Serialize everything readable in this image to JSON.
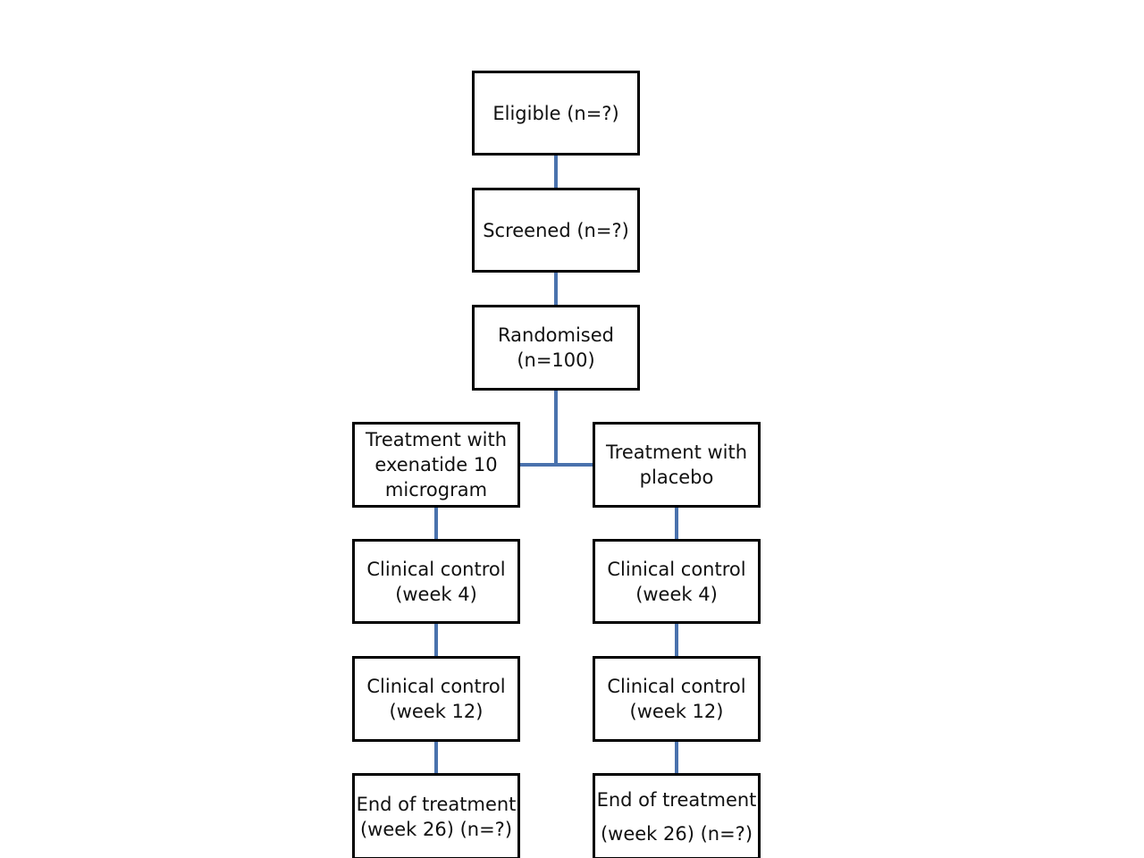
{
  "diagram": {
    "nodes": {
      "eligible": {
        "lines": [
          "Eligible (n=?)"
        ]
      },
      "screened": {
        "lines": [
          "Screened (n=?)"
        ]
      },
      "randomised": {
        "lines": [
          "Randomised",
          "(n=100)"
        ]
      },
      "exenatide": {
        "treatment": {
          "lines": [
            "Treatment with",
            "exenatide 10",
            "microgram"
          ]
        },
        "control_week4": {
          "lines": [
            "Clinical control",
            "(week 4)"
          ]
        },
        "control_week12": {
          "lines": [
            "Clinical control",
            "(week 12)"
          ]
        },
        "end": {
          "lines": [
            "End of treatment",
            "(week 26) (n=?)"
          ]
        }
      },
      "placebo": {
        "treatment": {
          "lines": [
            "Treatment with",
            "placebo"
          ]
        },
        "control_week4": {
          "lines": [
            "Clinical control",
            "(week 4)"
          ]
        },
        "control_week12": {
          "lines": [
            "Clinical control",
            "(week 12)"
          ]
        },
        "end": {
          "lines": [
            "End of treatment",
            "(week 26) (n=?)"
          ]
        }
      }
    },
    "edges": [
      [
        "eligible",
        "screened"
      ],
      [
        "screened",
        "randomised"
      ],
      [
        "randomised",
        "exenatide.treatment"
      ],
      [
        "randomised",
        "placebo.treatment"
      ],
      [
        "exenatide.treatment",
        "exenatide.control_week4"
      ],
      [
        "exenatide.control_week4",
        "exenatide.control_week12"
      ],
      [
        "exenatide.control_week12",
        "exenatide.end"
      ],
      [
        "placebo.treatment",
        "placebo.control_week4"
      ],
      [
        "placebo.control_week4",
        "placebo.control_week12"
      ],
      [
        "placebo.control_week12",
        "placebo.end"
      ]
    ],
    "colors": {
      "connector": "#4a72ad",
      "box_border": "#000000",
      "background": "#ffffff"
    }
  }
}
